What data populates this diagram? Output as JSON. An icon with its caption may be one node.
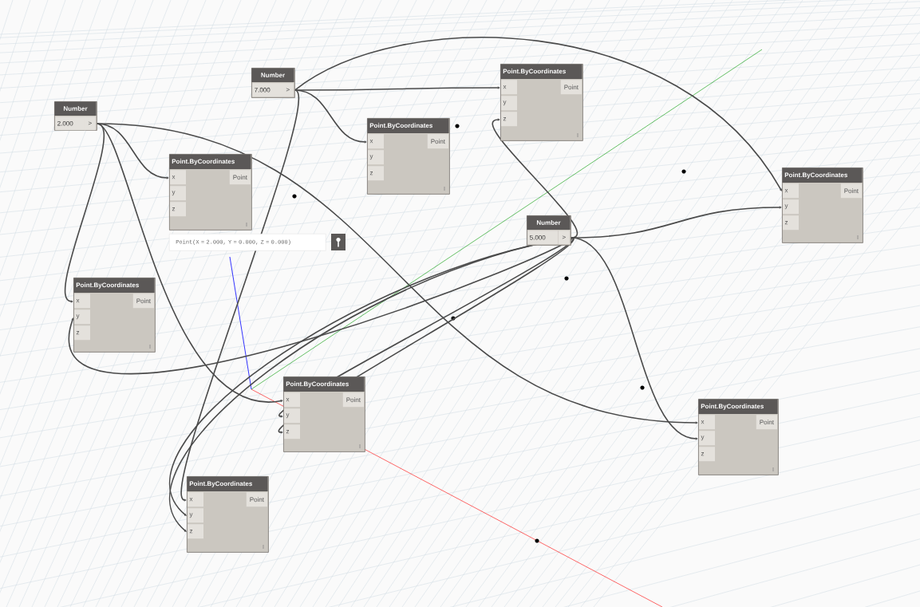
{
  "diagram": {
    "nodes": [
      {
        "text": [
          "Point.ByCoordinates",
          "x",
          "y",
          "z",
          "Point"
        ]
      },
      {
        "text": [
          "Number",
          "7.000",
          ">"
        ]
      },
      {
        "text": [
          "Number",
          "2.000",
          ">"
        ]
      },
      {
        "text": [
          "Point.ByCoordinates",
          "x",
          "y",
          "z",
          "Point"
        ]
      },
      {
        "text": [
          "Point.ByCoordinates",
          "x",
          "y",
          "z",
          "Point"
        ],
        "beside": [
          "Point(X = 2.000, Y = 0.000, Z = 0.000)"
        ]
      },
      {
        "text": [
          "Point.ByCoordinates",
          "x",
          "y",
          "z",
          "Point"
        ]
      },
      {
        "text": [
          "Number",
          "5.000",
          ">"
        ]
      },
      {
        "text": [
          "Point.ByCoordinates",
          "x",
          "y",
          "z",
          "Point"
        ]
      },
      {
        "text": [
          "Point.ByCoordinates",
          "x",
          "y",
          "z",
          "Point"
        ]
      },
      {
        "text": [
          "Point.ByCoordinates",
          "x",
          "y",
          "z",
          "Point"
        ]
      },
      {
        "text": [
          "Point.ByCoordinates",
          "x",
          "y",
          "z",
          "Point"
        ]
      }
    ],
    "edges": [
      {
        "from": 1,
        "to": 0,
        "arrow": "to"
      },
      {
        "from": 1,
        "to": 3,
        "arrow": "to"
      },
      {
        "from": 1,
        "to": 5,
        "arrow": "to"
      },
      {
        "from": 1,
        "to": 10,
        "arrow": "to"
      },
      {
        "from": 2,
        "to": 4,
        "arrow": "to"
      },
      {
        "from": 2,
        "to": 8,
        "arrow": "to"
      },
      {
        "from": 2,
        "to": 7,
        "arrow": "to"
      },
      {
        "from": 2,
        "to": 9,
        "arrow": "to"
      },
      {
        "from": 6,
        "to": 5,
        "arrow": "to"
      },
      {
        "from": 6,
        "to": 0,
        "arrow": "to"
      },
      {
        "from": 6,
        "to": 9,
        "arrow": "to"
      },
      {
        "from": 6,
        "to": 7,
        "arrow": "to"
      },
      {
        "from": 6,
        "to": 8,
        "arrow": "to"
      },
      {
        "from": 6,
        "to": 8,
        "arrow": "to"
      },
      {
        "from": 6,
        "to": 10,
        "arrow": "to"
      },
      {
        "from": 6,
        "to": 10,
        "arrow": "to"
      }
    ]
  }
}
